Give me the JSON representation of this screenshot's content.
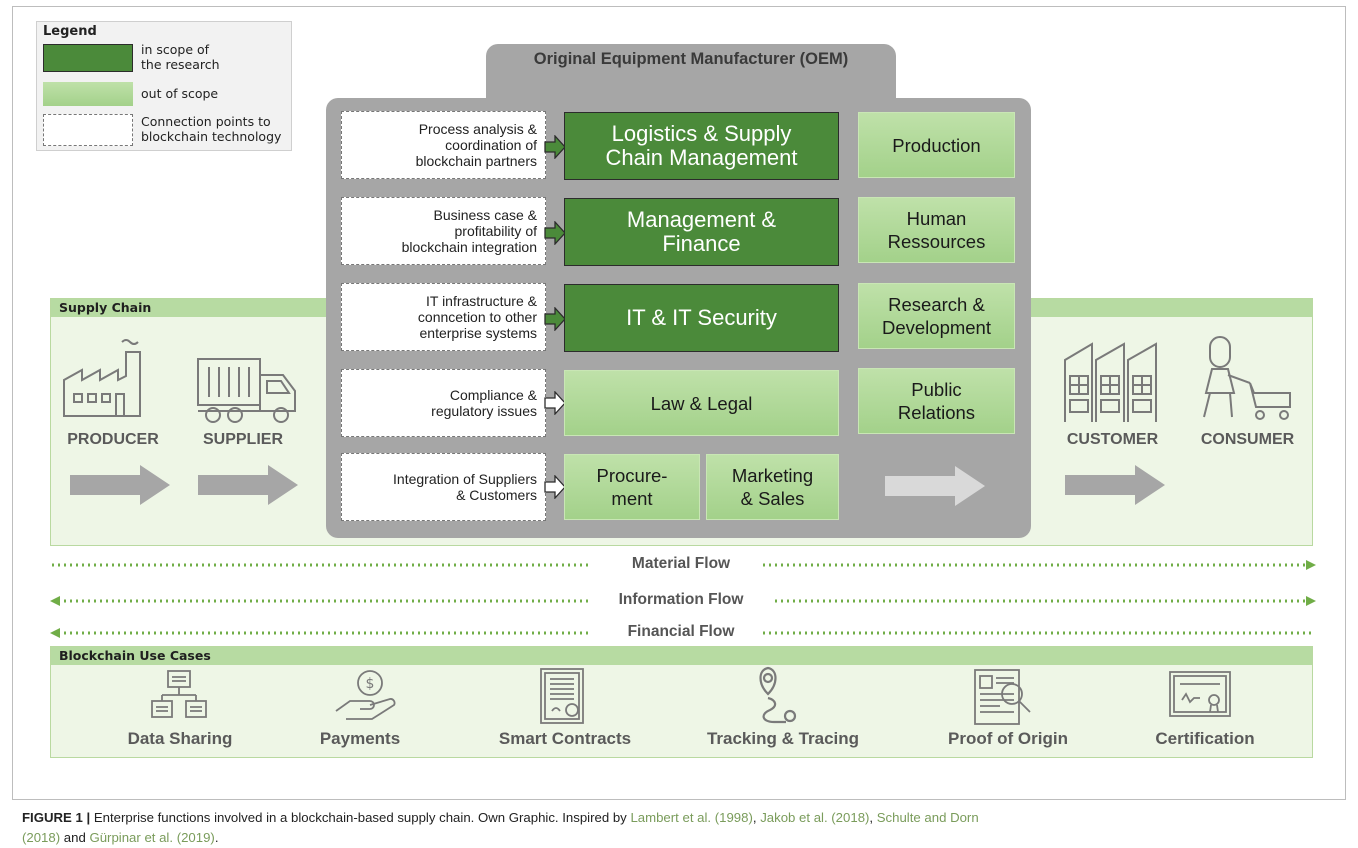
{
  "legend": {
    "title": "Legend",
    "items": [
      {
        "label_line1": "in scope of",
        "label_line2": "the research",
        "color": "#4b8a3a"
      },
      {
        "label_line1": "out of scope",
        "label_line2": "",
        "color": "#a9d492"
      },
      {
        "label_line1": "Connection points to",
        "label_line2": "blockchain technology",
        "color": "#ffffff"
      }
    ]
  },
  "oem": {
    "title": "Original Equipment Manufacturer (OEM)",
    "connections": [
      {
        "l1": "Process analysis &",
        "l2": "coordination of",
        "l3": "blockchain partners"
      },
      {
        "l1": "Business case &",
        "l2": "profitability of",
        "l3": "blockchain integration"
      },
      {
        "l1": "IT infrastructure &",
        "l2": "conncetion to other",
        "l3": "enterprise systems"
      },
      {
        "l1": "Compliance &",
        "l2": "regulatory issues",
        "l3": ""
      },
      {
        "l1": "Integration of Suppliers",
        "l2": "& Customers",
        "l3": ""
      }
    ],
    "in_scope": [
      {
        "l1": "Logistics & Supply",
        "l2": "Chain Management"
      },
      {
        "l1": "Management &",
        "l2": "Finance"
      },
      {
        "l1": "IT & IT Security",
        "l2": ""
      }
    ],
    "out_scope_mid": [
      {
        "l1": "Law & Legal",
        "l2": ""
      },
      {
        "l1": "Procure-",
        "l2": "ment"
      },
      {
        "l1": "Marketing",
        "l2": "& Sales"
      }
    ],
    "out_scope_right": [
      {
        "l1": "Production",
        "l2": ""
      },
      {
        "l1": "Human",
        "l2": "Ressources"
      },
      {
        "l1": "Research &",
        "l2": "Development"
      },
      {
        "l1": "Public",
        "l2": "Relations"
      }
    ]
  },
  "supply_chain": {
    "title": "Supply Chain",
    "actors": [
      "PRODUCER",
      "SUPPLIER",
      "CUSTOMER",
      "CONSUMER"
    ]
  },
  "flows": [
    "Material Flow",
    "Information Flow",
    "Financial Flow"
  ],
  "use_cases": {
    "title": "Blockchain Use Cases",
    "items": [
      "Data Sharing",
      "Payments",
      "Smart Contracts",
      "Tracking & Tracing",
      "Proof of Origin",
      "Certification"
    ]
  },
  "caption": {
    "label": "FIGURE 1 |",
    "text1": " Enterprise functions involved in a blockchain-based supply chain. Own Graphic. Inspired by ",
    "cite1": "Lambert et al. (1998)",
    "sep1": ", ",
    "cite2": "Jakob et al. (2018)",
    "sep2": ", ",
    "cite3": "Schulte and Dorn",
    "cite3b": "(2018)",
    "sep3": " and ",
    "cite4": "Gürpinar et al. (2019)",
    "end": "."
  },
  "colors": {
    "in_scope": "#4b8a3a",
    "out_scope": "#a9d492",
    "oem": "#a6a6a6",
    "band": "#eef6e6",
    "band_head": "#b7dba2",
    "arrow": "#a6a6a6"
  }
}
